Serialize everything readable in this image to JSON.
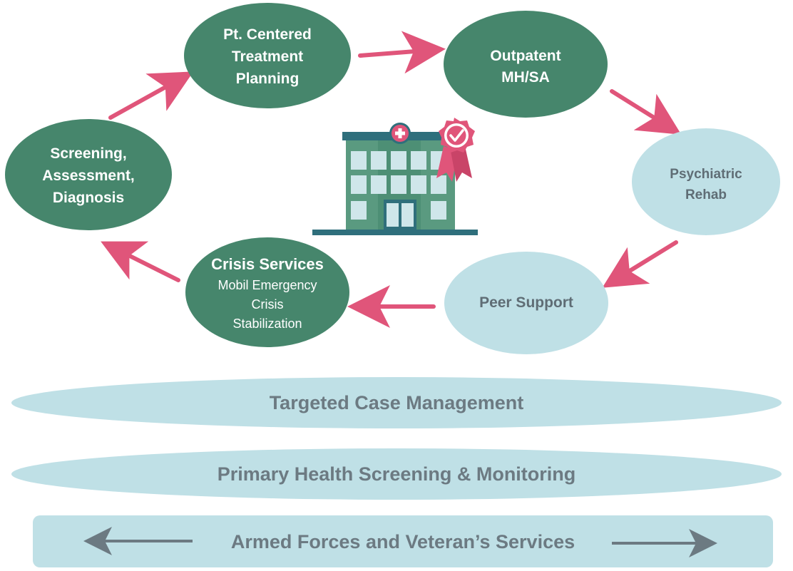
{
  "colors": {
    "dark_node": "#46866c",
    "light_node": "#bfe0e6",
    "arrow": "#e0557a",
    "building_body": "#5a9a80",
    "building_window": "#cfe6ea",
    "building_base": "#2f6f7c",
    "badge": "#e0557a",
    "band": "#bfe0e6",
    "band_text": "#6c7a82",
    "band_arrow": "#6c7a82"
  },
  "cycle": {
    "treatment_planning": {
      "line1": "Pt. Centered",
      "line2": "Treatment",
      "line3": "Planning"
    },
    "outpatient": {
      "line1": "Outpatent",
      "line2": "MH/SA"
    },
    "psychiatric_rehab": {
      "line1": "Psychiatric",
      "line2": "Rehab"
    },
    "peer_support": {
      "line1": "Peer Support"
    },
    "crisis_services": {
      "title": "Crisis Services",
      "line1": "Mobil Emergency",
      "line2": "Crisis",
      "line3": "Stabilization"
    },
    "screening": {
      "line1": "Screening,",
      "line2": "Assessment,",
      "line3": "Diagnosis"
    }
  },
  "center_icon": {
    "building": "hospital-building-icon",
    "badge": "award-ribbon-check-icon",
    "cross": "medical-cross-icon"
  },
  "bands": {
    "case_management": "Targeted Case Management",
    "primary_health": "Primary Health Screening & Monitoring",
    "armed_forces": "Armed Forces and Veteran’s Services"
  }
}
